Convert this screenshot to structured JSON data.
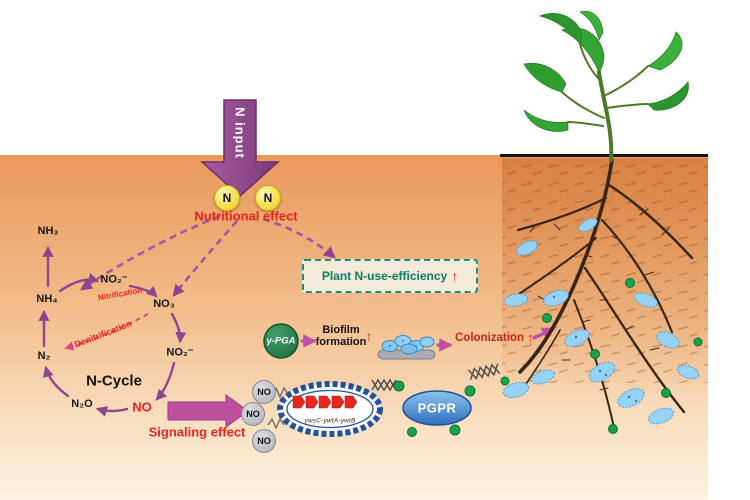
{
  "colors": {
    "purple": "#8e4590",
    "magenta": "#bf4f9f",
    "red": "#e8251f",
    "teal": "#14917d",
    "green": "#18a24c",
    "blue": "#2e6fc0",
    "orange_soil": "#e9995c",
    "yellow": "#f2da3b"
  },
  "input_arrow": {
    "label": "N input"
  },
  "nutrient": {
    "circle1": "N",
    "circle2": "N",
    "label": "Nutritional effect"
  },
  "cycle": {
    "title": "N-Cycle",
    "nh3": "NH₃",
    "nh4": "NH₄",
    "no2_upper": "NO₂⁻",
    "no3": "NO₃",
    "no2_lower": "NO₂⁻",
    "n2": "N₂",
    "n2o": "N₂O",
    "no": "NO",
    "nitrification": "Nitrification",
    "denitrification": "Denitrification"
  },
  "signaling": {
    "label": "Signaling effect"
  },
  "no_molecules": [
    "NO",
    "NO",
    "NO"
  ],
  "cell": {
    "genes": "ywsC-ywtA-ywtB"
  },
  "pgpr": {
    "label": "PGPR"
  },
  "gpga": {
    "label": "γ-PGA"
  },
  "biofilm": {
    "line1": "Biofilm",
    "line2": "formation",
    "up": "↑"
  },
  "efficiency": {
    "label": "Plant N-use-efficiency",
    "up": "↑"
  },
  "colonization": {
    "label": "Colonization",
    "up": "↑"
  }
}
